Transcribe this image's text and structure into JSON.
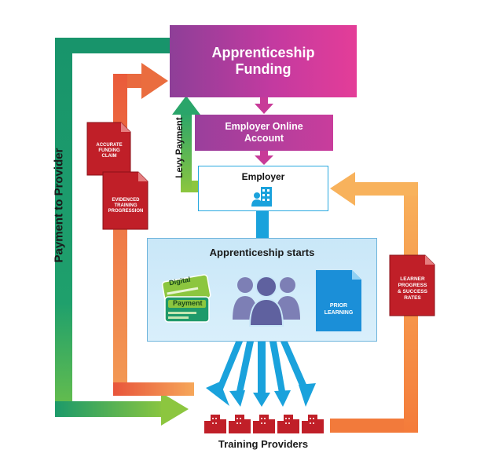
{
  "nodes": {
    "funding": "Apprenticeship Funding",
    "account": "Employer Online Account",
    "employer": "Employer",
    "apprenticeship": "Apprenticeship starts",
    "providers": "Training Providers"
  },
  "flows": {
    "payment_to_provider": "Payment to Provider",
    "levy_payment": "Levy Payment"
  },
  "documents": {
    "funding_claim": [
      "ACCURATE",
      "FUNDING",
      "CLAIM"
    ],
    "training_progression": [
      "EVIDENCED",
      "TRAINING",
      "PROGRESSION"
    ],
    "learner_progress": [
      "LEARNER",
      "PROGRESS",
      "& SUCCESS",
      "RATES"
    ]
  },
  "cards": {
    "digital": "Digital",
    "payment": "Payment"
  },
  "prior_learning": [
    "PRIOR",
    "LEARNING"
  ],
  "colors": {
    "funding_purple": "#8e3f98",
    "funding_pink": "#e43d98",
    "green_arrow": "#1f9a6a",
    "orange_arrow": "#f5a04a",
    "red_doc": "#c01f28",
    "blue": "#1aa2dc"
  }
}
